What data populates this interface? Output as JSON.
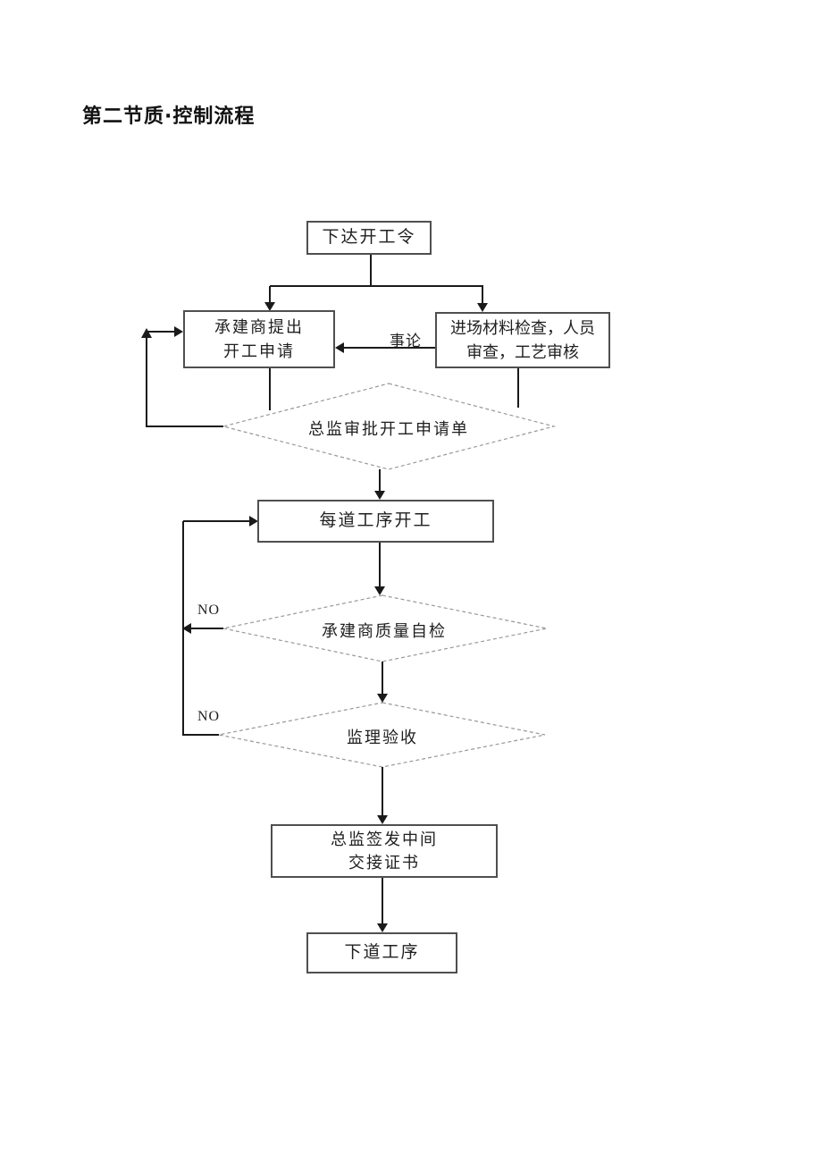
{
  "page": {
    "title": "第二节质·控制流程"
  },
  "flowchart": {
    "nodes": {
      "start": "下达开工令",
      "contractor_line1": "承建商提出",
      "contractor_line2": "开工申请",
      "inspection_line1": "进场材料检查，人员",
      "inspection_line2": "审查，工艺审核",
      "approval_diamond": "总监审批开工申请单",
      "process_start": "每道工序开工",
      "self_check_diamond": "承建商质量自检",
      "supervision_diamond": "监理验收",
      "certificate_line1": "总监签发中间",
      "certificate_line2": "交接证书",
      "next_process": "下道工序"
    },
    "labels": {
      "discuss": "事论",
      "no_self_check": "NO",
      "no_supervision": "NO"
    },
    "colors": {
      "line": "#1a1a1a",
      "box_border": "#4f4f4f",
      "diamond_border": "#999999"
    }
  }
}
